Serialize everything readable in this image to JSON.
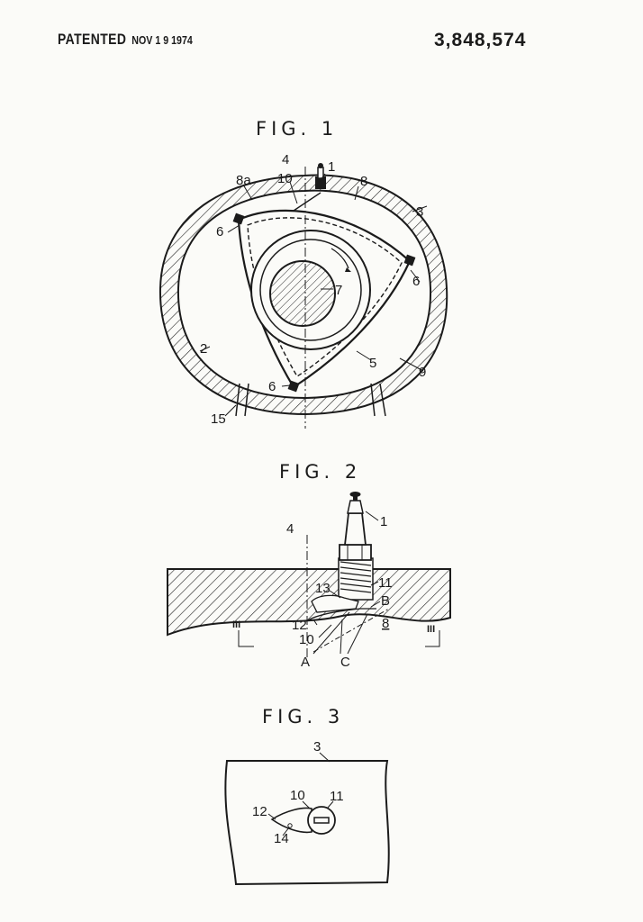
{
  "header": {
    "patented_label": "PATENTED",
    "patented_date": "NOV 1 9 1974",
    "patent_number": "3,848,574"
  },
  "figures": [
    {
      "label": "FIG. 1",
      "reference_numerals": [
        "4",
        "1",
        "10",
        "8a",
        "8",
        "3",
        "6",
        "6",
        "7",
        "2",
        "5",
        "9",
        "6",
        "15"
      ]
    },
    {
      "label": "FIG. 2",
      "reference_numerals": [
        "1",
        "4",
        "13",
        "11",
        "B",
        "12",
        "8",
        "10",
        "A",
        "C",
        "III",
        "III"
      ]
    },
    {
      "label": "FIG. 3",
      "reference_numerals": [
        "3",
        "10",
        "11",
        "12",
        "14"
      ]
    }
  ]
}
